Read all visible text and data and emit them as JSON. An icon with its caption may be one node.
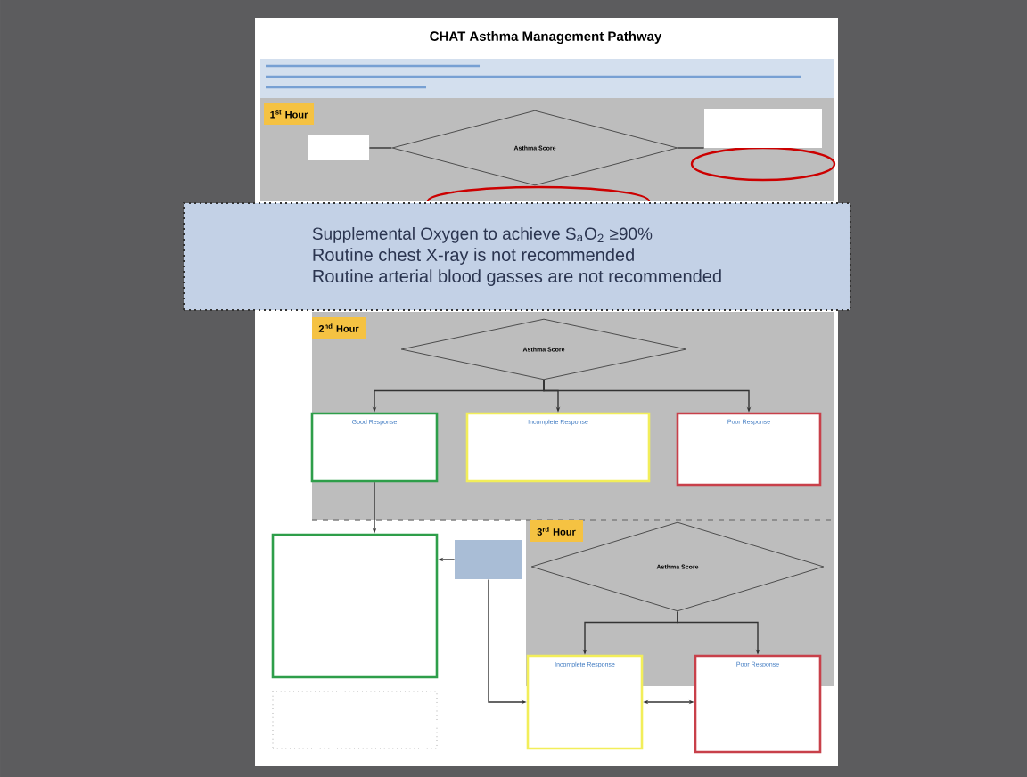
{
  "diagram": {
    "title": "CHAT Asthma Management Pathway",
    "nodes": [
      {
        "text": [
          "1$^{st}$ Hour"
        ]
      },
      {
        "text": [],
        "shape": "box"
      },
      {
        "text": [
          "Asthma Score"
        ]
      },
      {
        "text": [],
        "shape": "box"
      },
      {
        "text": [
          "Supplemental Oxygen to achieve S$_{a}$O$_{2}$ ≥90%",
          "Routine chest X-ray is not recommended",
          "Routine arterial blood gasses are not recommended"
        ]
      },
      {
        "text": [
          "2$^{nd}$ Hour"
        ]
      },
      {
        "text": [
          "Asthma Score"
        ]
      },
      {
        "text": [
          "Good Response"
        ]
      },
      {
        "text": [
          "Incomplete Response"
        ]
      },
      {
        "text": [
          "Poor Response"
        ]
      },
      {
        "text": [
          "3$^{rd}$ Hour"
        ]
      },
      {
        "text": [],
        "shape": "box"
      },
      {
        "text": [],
        "shape": "box"
      },
      {
        "text": [
          "Asthma Score"
        ]
      },
      {
        "text": [
          "Incomplete Response"
        ]
      },
      {
        "text": [
          "Poor Response"
        ]
      },
      {
        "text": [],
        "shape": "box"
      }
    ],
    "edges": [
      {
        "from": 2,
        "to": 1,
        "arrow": "none"
      },
      {
        "from": 2,
        "to": 3,
        "arrow": "none"
      },
      {
        "from": 6,
        "to": 7,
        "arrow": "to"
      },
      {
        "from": 6,
        "to": 8,
        "arrow": "to"
      },
      {
        "from": 6,
        "to": 9,
        "arrow": "to"
      },
      {
        "from": 7,
        "to": 11,
        "arrow": "to"
      },
      {
        "from": 12,
        "to": 11,
        "arrow": "to"
      },
      {
        "from": 13,
        "to": 14,
        "arrow": "to"
      },
      {
        "from": 13,
        "to": 15,
        "arrow": "to"
      },
      {
        "from": 14,
        "to": 15,
        "arrow": "both"
      },
      {
        "from": 12,
        "to": 14,
        "arrow": "to"
      }
    ]
  }
}
